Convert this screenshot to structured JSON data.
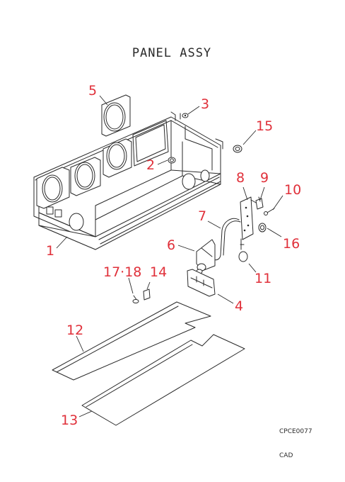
{
  "title": "PANEL ASSY",
  "drawing_code": "CPCE0077",
  "footer": "CAD",
  "callout_color": "#e0303a",
  "callouts": {
    "p1": "1",
    "p2": "2",
    "p3": "3",
    "p4": "4",
    "p5": "5",
    "p6": "6",
    "p7": "7",
    "p8": "8",
    "p9": "9",
    "p10": "10",
    "p11": "11",
    "p12": "12",
    "p13": "13",
    "p14": "14",
    "p15": "15",
    "p16": "16",
    "p17_18": "17·18"
  }
}
